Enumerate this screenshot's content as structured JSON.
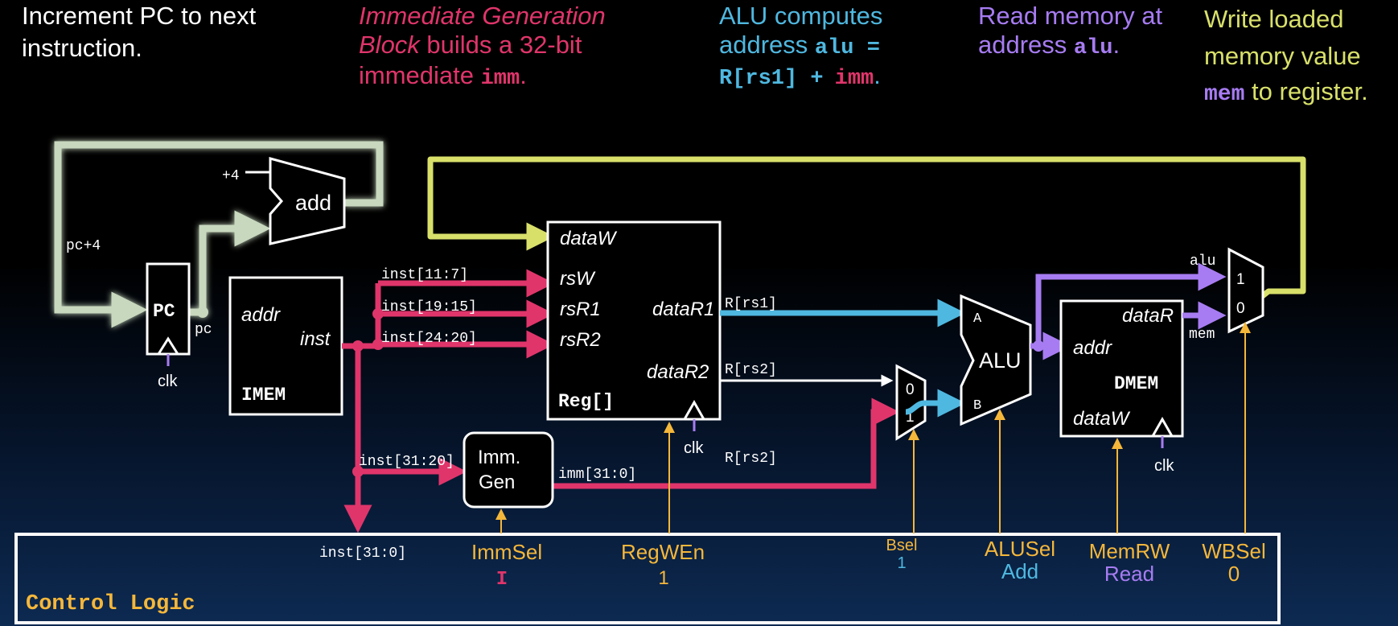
{
  "captions": {
    "pc": [
      "Increment PC to next",
      "instruction."
    ],
    "imm": {
      "line1": "Immediate Generation",
      "line2_italic": "Block",
      "line2_rest": " builds a 32-bit",
      "line3_pre": "immediate ",
      "line3_code": "imm",
      "line3_post": "."
    },
    "alu": {
      "line1": "ALU computes",
      "line2_pre": "address ",
      "line2_code": "alu =",
      "line3_code_a": "R[rs1] +",
      "line3_code_b": "imm",
      "line3_post": "."
    },
    "mem": {
      "line1": "Read memory at",
      "line2_pre": "address ",
      "line2_code": "alu",
      "line2_post": "."
    },
    "wb": {
      "line1": "Write loaded",
      "line2": "memory value",
      "line3_code": "mem",
      "line3_post": " to register."
    }
  },
  "blocks": {
    "pc": "PC",
    "add": "add",
    "plus4": "+4",
    "imem_addr": "addr",
    "imem_inst": "inst",
    "imem": "IMEM",
    "reg_dataW": "dataW",
    "reg_rsW": "rsW",
    "reg_rsR1": "rsR1",
    "reg_rsR2": "rsR2",
    "reg_dataR1": "dataR1",
    "reg_dataR2": "dataR2",
    "reg": "Reg[]",
    "immgen_1": "Imm.",
    "immgen_2": "Gen",
    "alu": "ALU",
    "alu_a": "A",
    "alu_b": "B",
    "bmux_0": "0",
    "bmux_1": "1",
    "dmem_dataR": "dataR",
    "dmem_addr": "addr",
    "dmem": "DMEM",
    "dmem_dataW": "dataW",
    "wbmux_1": "1",
    "wbmux_0": "0",
    "clk": "clk",
    "control": "Control Logic"
  },
  "wires": {
    "pc4": "pc+4",
    "pc": "pc",
    "inst_11_7": "inst[11:7]",
    "inst_19_15": "inst[19:15]",
    "inst_24_20": "inst[24:20]",
    "inst_31_20": "inst[31:20]",
    "inst_31_0": "inst[31:0]",
    "imm_31_0": "imm[31:0]",
    "r_rs1": "R[rs1]",
    "r_rs2_top": "R[rs2]",
    "r_rs2_bot": "R[rs2]",
    "alu": "alu",
    "mem": "mem"
  },
  "controls": [
    {
      "name": "ImmSel",
      "value": "I"
    },
    {
      "name": "RegWEn",
      "value": "1"
    },
    {
      "name": "Bsel",
      "value": "1"
    },
    {
      "name": "ALUSel",
      "value": "Add"
    },
    {
      "name": "MemRW",
      "value": "Read"
    },
    {
      "name": "WBSel",
      "value": "0"
    }
  ],
  "colors": {
    "pc_path": "#c8d8be",
    "imm_path": "#e0356b",
    "alu_path": "#4fb8e0",
    "mem_path": "#a77cf2",
    "wb_path": "#d8e06a",
    "control": "#f5b73a"
  }
}
